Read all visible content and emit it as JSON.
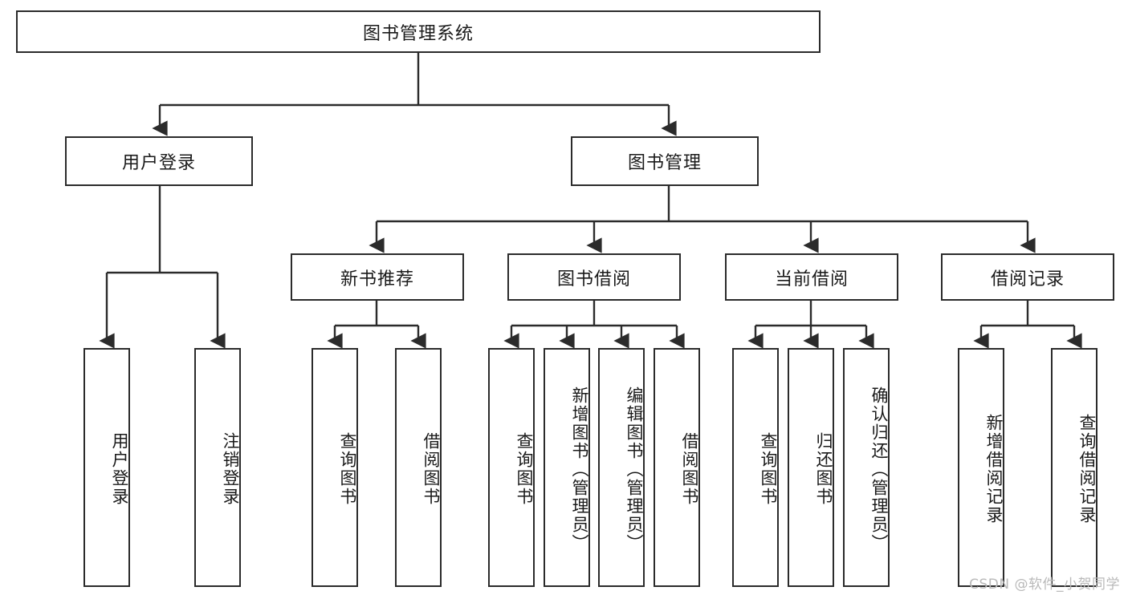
{
  "diagram": {
    "title": "图书管理系统",
    "watermark": "CSDN @软件_小贺同学",
    "colors": {
      "border": "#2b2b2b",
      "background": "#ffffff",
      "text": "#1a1a1a",
      "watermark": "#b9b9b9"
    },
    "root": {
      "label": "图书管理系统"
    },
    "level2": [
      {
        "label": "用户登录"
      },
      {
        "label": "图书管理"
      }
    ],
    "level3": [
      {
        "label": "新书推荐"
      },
      {
        "label": "图书借阅"
      },
      {
        "label": "当前借阅"
      },
      {
        "label": "借阅记录"
      }
    ],
    "leaves": {
      "user_login": [
        {
          "label": "用户登录"
        },
        {
          "label": "注销登录"
        }
      ],
      "new_book_recommend": [
        {
          "label": "查询图书"
        },
        {
          "label": "借阅图书"
        }
      ],
      "book_borrow": [
        {
          "label": "查询图书"
        },
        {
          "label": "新增图书（管理员）"
        },
        {
          "label": "编辑图书（管理员）"
        },
        {
          "label": "借阅图书"
        }
      ],
      "current_borrow": [
        {
          "label": "查询图书"
        },
        {
          "label": "归还图书"
        },
        {
          "label": "确认归还（管理员）"
        }
      ],
      "borrow_record": [
        {
          "label": "新增借阅记录"
        },
        {
          "label": "查询借阅记录"
        }
      ]
    }
  }
}
